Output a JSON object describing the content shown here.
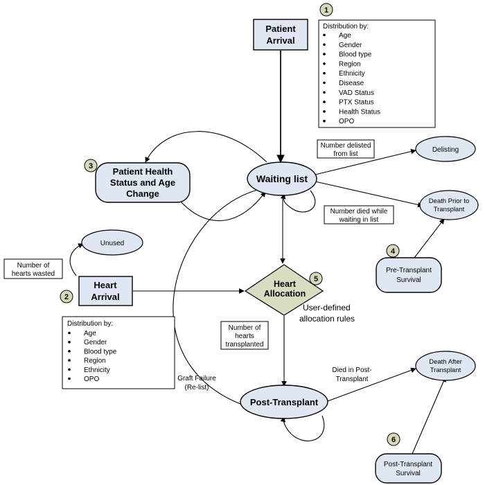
{
  "nodes": {
    "patient_arrival": [
      "Patient",
      "Arrival"
    ],
    "waiting_list": "Waiting list",
    "health_change": [
      "Patient Health",
      "Status and Age",
      "Change"
    ],
    "delisting": "Delisting",
    "death_prior": [
      "Death Prior to",
      "Transplant"
    ],
    "pre_survival": [
      "Pre-Transplant",
      "Survival"
    ],
    "unused": "Unused",
    "heart_arrival": [
      "Heart",
      "Arrival"
    ],
    "heart_allocation": [
      "Heart",
      "Allocation"
    ],
    "post_transplant": "Post-Transplant",
    "death_after": [
      "Death After",
      "Transplant"
    ],
    "post_survival": [
      "Post-Transplant",
      "Survival"
    ]
  },
  "patient_distribution": {
    "title": "Distribution by:",
    "items": [
      "Age",
      "Gender",
      "Blood type",
      "Region",
      "Ethnicity",
      "Disease",
      "VAD Status",
      "PTX Status",
      "Health Status",
      "OPO"
    ]
  },
  "heart_distribution": {
    "title": "Distribution by:",
    "items": [
      "Age",
      "Gender",
      "Blood type",
      "Region",
      "Ethnicity",
      "OPO"
    ]
  },
  "edge_labels": {
    "number_delisted": [
      "Number delisted",
      "from list"
    ],
    "number_died_waiting": [
      "Number died while",
      "waiting in list"
    ],
    "hearts_wasted": [
      "Number of",
      "hearts wasted"
    ],
    "hearts_transplanted": [
      "Number of",
      "hearts",
      "transplanted"
    ],
    "allocation_rules": [
      "User-defined",
      "allocation rules"
    ],
    "graft_failure": [
      "Graft Failure",
      "(Re-list)"
    ],
    "died_post": [
      "Died in Post-",
      "Transplant"
    ]
  },
  "badges": [
    "1",
    "2",
    "3",
    "4",
    "5",
    "6"
  ],
  "colors": {
    "node_fill": "#dfe7f3",
    "badge_fill": "#d7d9b8",
    "diamond_fill": "#d8dcc0",
    "line": "#000000"
  }
}
